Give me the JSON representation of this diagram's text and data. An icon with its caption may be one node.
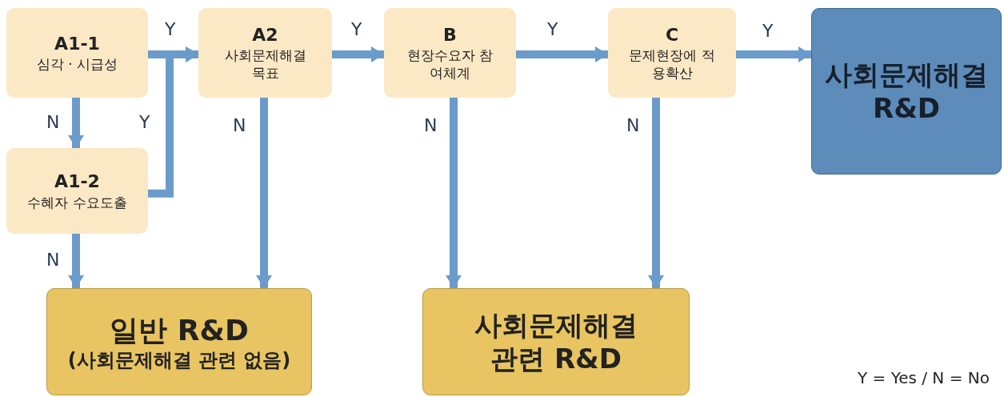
{
  "diagram": {
    "nodes": [
      {
        "text": [
          "A1-1",
          "심각 · 시급성"
        ]
      },
      {
        "text": [
          "A2",
          "사회문제해결 목표"
        ]
      },
      {
        "text": [
          "B",
          "현장수요자 참여체계"
        ]
      },
      {
        "text": [
          "C",
          "문제현장에 적용확산"
        ]
      },
      {
        "text": [
          "사회문제해결 R&D"
        ]
      },
      {
        "text": [
          "A1-2",
          "수혜자 수요도출"
        ]
      },
      {
        "text": [
          "일반 R&D",
          "(사회문제해결 관련 없음)"
        ]
      },
      {
        "text": [
          "사회문제해결 관련 R&D"
        ]
      }
    ],
    "edges": [
      {
        "from": 0,
        "to": 1,
        "arrow": "to",
        "label": "Y"
      },
      {
        "from": 0,
        "to": 5,
        "arrow": "to",
        "label": "N"
      },
      {
        "from": 5,
        "to": 1,
        "arrow": "to",
        "label": "Y"
      },
      {
        "from": 1,
        "to": 2,
        "arrow": "to",
        "label": "Y"
      },
      {
        "from": 2,
        "to": 3,
        "arrow": "to",
        "label": "Y"
      },
      {
        "from": 3,
        "to": 4,
        "arrow": "to",
        "label": "Y"
      },
      {
        "from": 5,
        "to": 6,
        "arrow": "to",
        "label": "N"
      },
      {
        "from": 1,
        "to": 6,
        "arrow": "to",
        "label": "N"
      },
      {
        "from": 2,
        "to": 7,
        "arrow": "to",
        "label": "N"
      },
      {
        "from": 3,
        "to": 7,
        "arrow": "to",
        "label": "N"
      }
    ],
    "labels": [
      "Y = Yes / N = No"
    ]
  }
}
